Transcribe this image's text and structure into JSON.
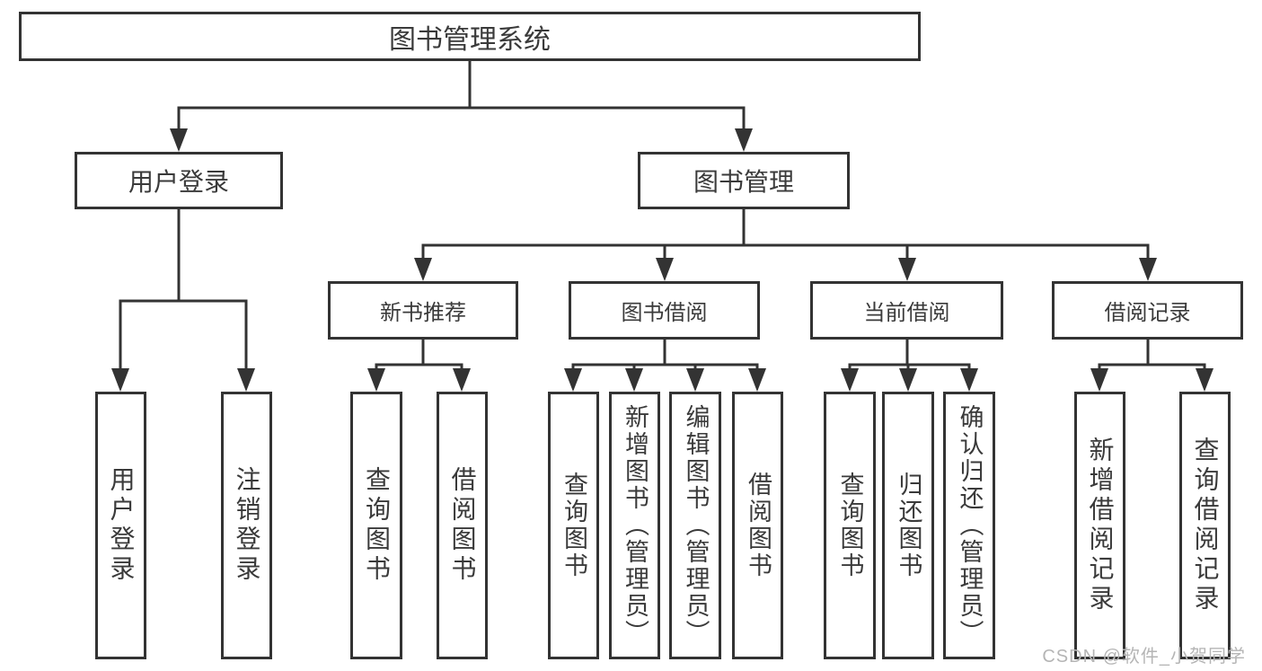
{
  "diagram": {
    "tree": {
      "root": {
        "label": "图书管理系统"
      },
      "branches": [
        {
          "label": "用户登录",
          "children": [
            {
              "label": "用户登录"
            },
            {
              "label": "注销登录"
            }
          ]
        },
        {
          "label": "图书管理",
          "children": [
            {
              "label": "新书推荐",
              "children": [
                {
                  "label": "查询图书"
                },
                {
                  "label": "借阅图书"
                }
              ]
            },
            {
              "label": "图书借阅",
              "children": [
                {
                  "label": "查询图书"
                },
                {
                  "label": "新增图书（管理员）"
                },
                {
                  "label": "编辑图书（管理员）"
                },
                {
                  "label": "借阅图书"
                }
              ]
            },
            {
              "label": "当前借阅",
              "children": [
                {
                  "label": "查询图书"
                },
                {
                  "label": "归还图书"
                },
                {
                  "label": "确认归还（管理员）"
                }
              ]
            },
            {
              "label": "借阅记录",
              "children": [
                {
                  "label": "新增借阅记录"
                },
                {
                  "label": "查询借阅记录"
                }
              ]
            }
          ]
        }
      ]
    },
    "colors": {
      "line": "#333333",
      "box_border": "#333333",
      "text": "#3a3a3a",
      "watermark": "#b5b5b5",
      "background": "#ffffff"
    }
  },
  "watermark": {
    "text": "CSDN @软件_小贺同学"
  }
}
